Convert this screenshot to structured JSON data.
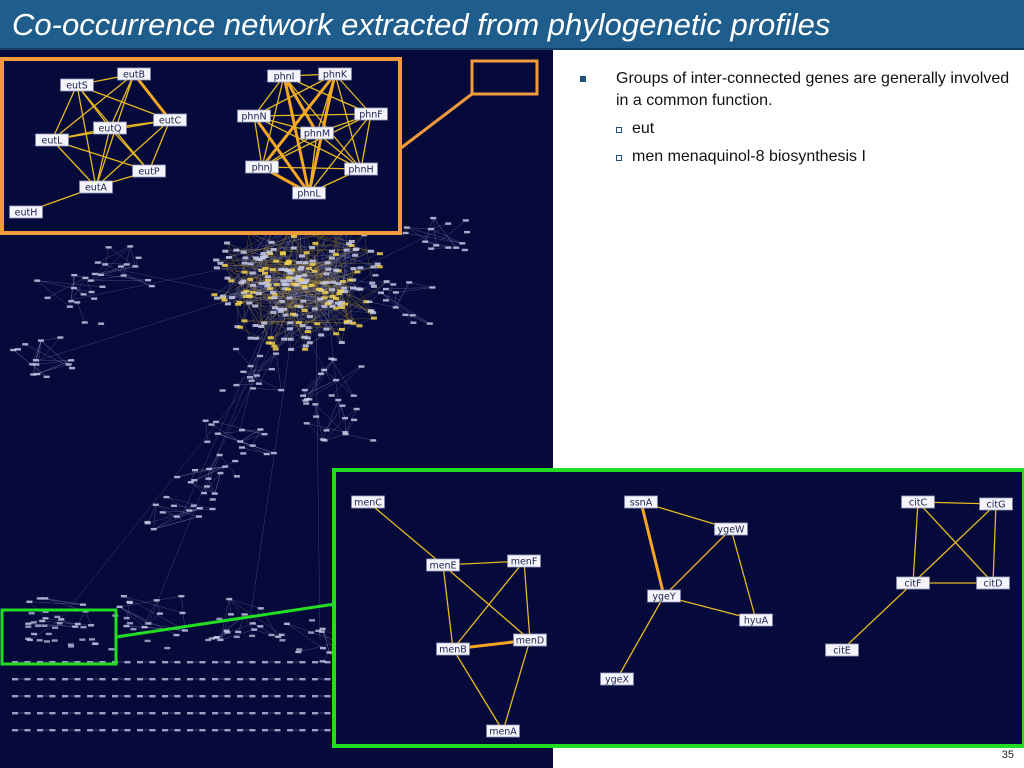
{
  "title": "Co-occurrence network extracted from phylogenetic profiles",
  "bullets": {
    "main": "Groups of inter-connected genes are generally involved in a common function.",
    "items": [
      {
        "label": "eut"
      },
      {
        "label": "men  menaquinol-8 biosynthesis I"
      }
    ]
  },
  "slide_number": "35",
  "colors": {
    "title_bar": "#1f5e8c",
    "network_bg": "#050a3a",
    "highlight_orange": "#f29a3c",
    "highlight_green": "#22dd22",
    "edge_yellow": "#e8b820"
  },
  "network": {
    "eut_group": {
      "nodes": [
        "eutS",
        "eutB",
        "eutL",
        "eutQ",
        "eutC",
        "eutP",
        "eutA",
        "eutH"
      ],
      "edges": [
        [
          "eutS",
          "eutB"
        ],
        [
          "eutS",
          "eutQ"
        ],
        [
          "eutS",
          "eutC"
        ],
        [
          "eutS",
          "eutP"
        ],
        [
          "eutS",
          "eutL"
        ],
        [
          "eutS",
          "eutA"
        ],
        [
          "eutB",
          "eutQ"
        ],
        [
          "eutB",
          "eutC"
        ],
        [
          "eutB",
          "eutL"
        ],
        [
          "eutB",
          "eutA"
        ],
        [
          "eutL",
          "eutQ"
        ],
        [
          "eutL",
          "eutC"
        ],
        [
          "eutL",
          "eutP"
        ],
        [
          "eutL",
          "eutA"
        ],
        [
          "eutQ",
          "eutC"
        ],
        [
          "eutQ",
          "eutP"
        ],
        [
          "eutQ",
          "eutA"
        ],
        [
          "eutC",
          "eutP"
        ],
        [
          "eutC",
          "eutA"
        ],
        [
          "eutP",
          "eutA"
        ],
        [
          "eutA",
          "eutH"
        ]
      ],
      "strong_edges": [
        [
          "eutB",
          "eutC"
        ]
      ]
    },
    "phn_group": {
      "nodes": [
        "phnI",
        "phnK",
        "phnN",
        "phnF",
        "phnM",
        "phnJ",
        "phnH",
        "phnL"
      ],
      "edges": [
        [
          "phnI",
          "phnK"
        ],
        [
          "phnI",
          "phnN"
        ],
        [
          "phnI",
          "phnF"
        ],
        [
          "phnI",
          "phnM"
        ],
        [
          "phnI",
          "phnJ"
        ],
        [
          "phnI",
          "phnH"
        ],
        [
          "phnI",
          "phnL"
        ],
        [
          "phnK",
          "phnN"
        ],
        [
          "phnK",
          "phnF"
        ],
        [
          "phnK",
          "phnM"
        ],
        [
          "phnK",
          "phnJ"
        ],
        [
          "phnK",
          "phnH"
        ],
        [
          "phnK",
          "phnL"
        ],
        [
          "phnN",
          "phnM"
        ],
        [
          "phnN",
          "phnJ"
        ],
        [
          "phnN",
          "phnH"
        ],
        [
          "phnN",
          "phnL"
        ],
        [
          "phnN",
          "phnF"
        ],
        [
          "phnF",
          "phnM"
        ],
        [
          "phnF",
          "phnJ"
        ],
        [
          "phnF",
          "phnH"
        ],
        [
          "phnF",
          "phnL"
        ],
        [
          "phnM",
          "phnJ"
        ],
        [
          "phnM",
          "phnH"
        ],
        [
          "phnM",
          "phnL"
        ],
        [
          "phnJ",
          "phnH"
        ],
        [
          "phnJ",
          "phnL"
        ],
        [
          "phnH",
          "phnL"
        ]
      ],
      "strong_edges": [
        [
          "phnI",
          "phnL"
        ],
        [
          "phnK",
          "phnL"
        ],
        [
          "phnK",
          "phnJ"
        ],
        [
          "phnI",
          "phnM"
        ],
        [
          "phnJ",
          "phnL"
        ],
        [
          "phnN",
          "phnL"
        ]
      ]
    },
    "men_group": {
      "nodes": [
        "menC",
        "menE",
        "menF",
        "menB",
        "menD",
        "menA"
      ],
      "edges": [
        [
          "menC",
          "menE"
        ],
        [
          "menE",
          "menF"
        ],
        [
          "menE",
          "menB"
        ],
        [
          "menE",
          "menD"
        ],
        [
          "menF",
          "menB"
        ],
        [
          "menF",
          "menD"
        ],
        [
          "menB",
          "menD"
        ],
        [
          "menB",
          "menA"
        ],
        [
          "menD",
          "menA"
        ]
      ],
      "strong_edges": [
        [
          "menB",
          "menD"
        ]
      ]
    },
    "yge_group": {
      "nodes": [
        "ssnA",
        "ygeW",
        "ygeY",
        "hyuA",
        "ygeX"
      ],
      "edges": [
        [
          "ssnA",
          "ygeW"
        ],
        [
          "ssnA",
          "ygeY"
        ],
        [
          "ygeW",
          "ygeY"
        ],
        [
          "ygeW",
          "hyuA"
        ],
        [
          "ygeY",
          "hyuA"
        ],
        [
          "ygeY",
          "ygeX"
        ]
      ],
      "strong_edges": [
        [
          "ssnA",
          "ygeY"
        ]
      ]
    },
    "cit_group": {
      "nodes": [
        "citC",
        "citG",
        "citF",
        "citD",
        "citE"
      ],
      "edges": [
        [
          "citC",
          "citG"
        ],
        [
          "citC",
          "citF"
        ],
        [
          "citC",
          "citD"
        ],
        [
          "citG",
          "citF"
        ],
        [
          "citG",
          "citD"
        ],
        [
          "citF",
          "citD"
        ],
        [
          "citF",
          "citE"
        ]
      ],
      "strong_edges": []
    }
  }
}
